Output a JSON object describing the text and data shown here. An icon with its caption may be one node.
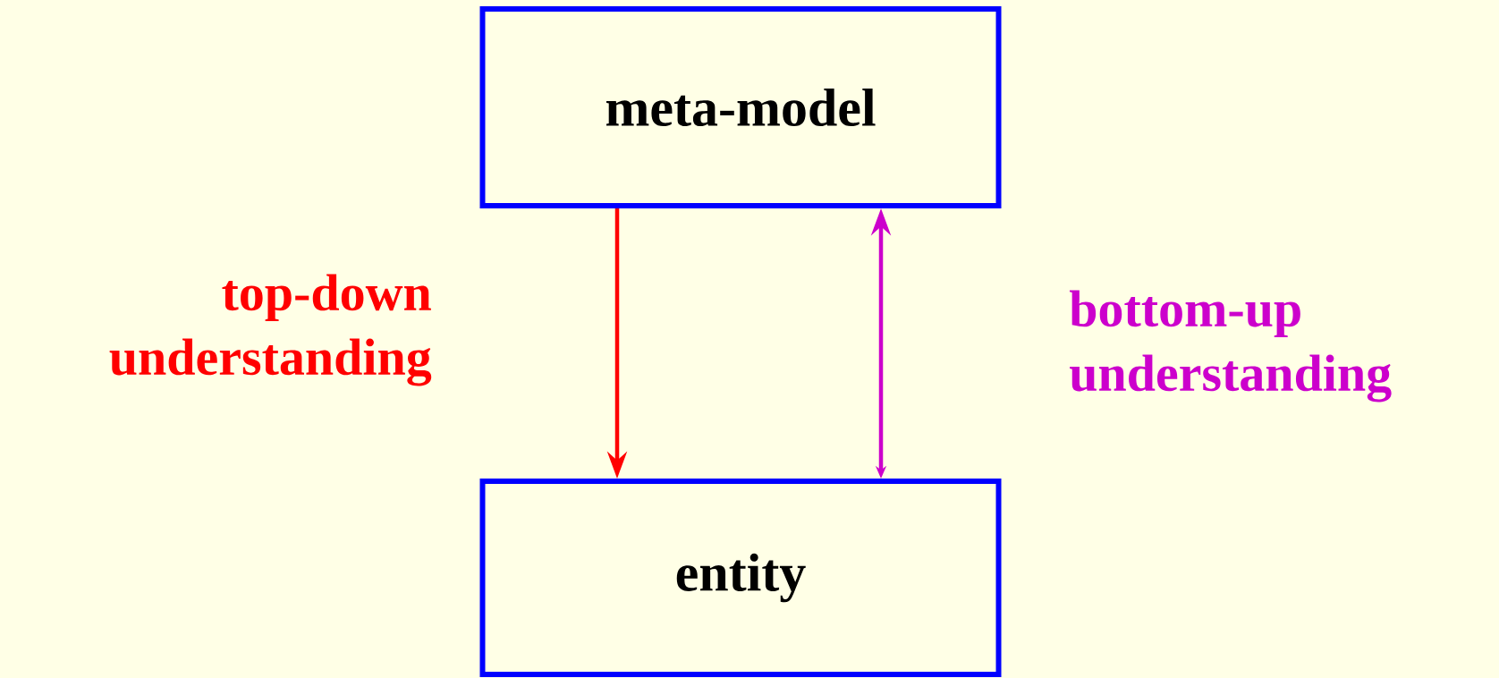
{
  "diagram": {
    "nodes": [
      {
        "text": [
          "meta-model"
        ]
      },
      {
        "text": [
          "entity"
        ]
      }
    ],
    "edges": [
      {
        "from": 0,
        "to": 1,
        "arrow": "to",
        "label": "top-down understanding",
        "color": "#ff0000"
      },
      {
        "from": 1,
        "to": 0,
        "arrow": "both",
        "label": "bottom-up understanding",
        "color": "#cc00cc"
      }
    ]
  }
}
